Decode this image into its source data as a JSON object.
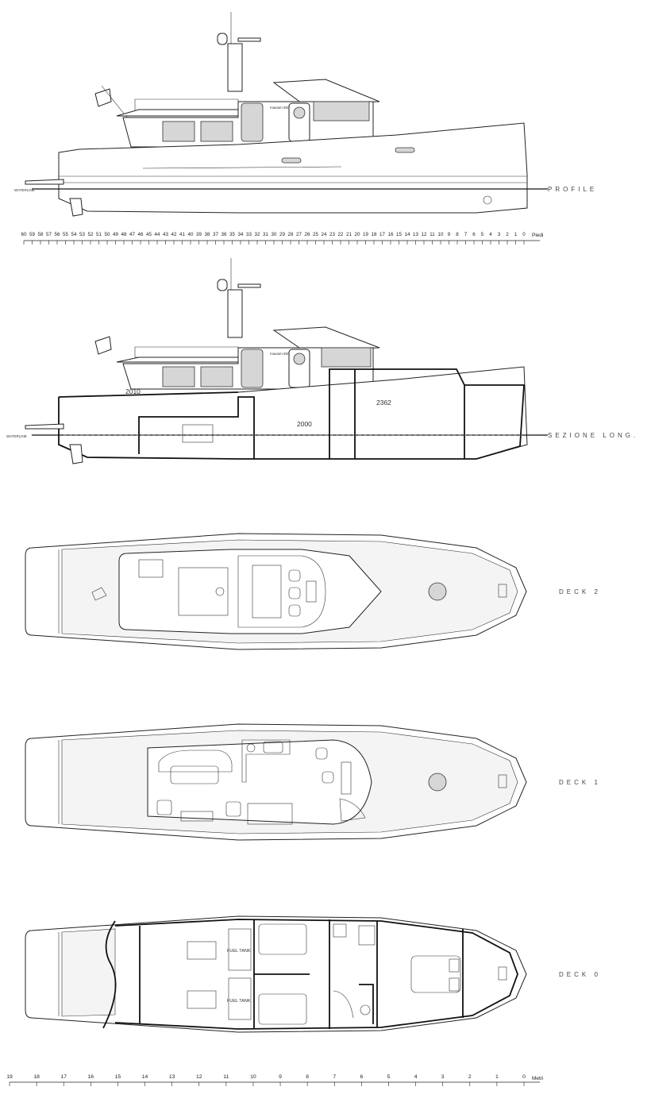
{
  "views": {
    "profile": {
      "label": "PROFILE",
      "waterline": "WATERLINE"
    },
    "section": {
      "label": "SEZIONE LONG.",
      "waterline": "WATERLINE",
      "dims": [
        "2010",
        "2000",
        "2362"
      ]
    },
    "deck2": {
      "label": "DECK 2"
    },
    "deck1": {
      "label": "DECK 1"
    },
    "deck0": {
      "label": "DECK 0",
      "tanks": [
        "FUEL TANK",
        "FUEL TANK"
      ]
    }
  },
  "scale_feet": {
    "unit": "Piedi",
    "ticks": [
      "60",
      "59",
      "58",
      "57",
      "56",
      "55",
      "54",
      "53",
      "52",
      "51",
      "50",
      "49",
      "48",
      "47",
      "46",
      "45",
      "44",
      "43",
      "42",
      "41",
      "40",
      "39",
      "38",
      "37",
      "36",
      "35",
      "34",
      "33",
      "32",
      "31",
      "30",
      "29",
      "28",
      "27",
      "26",
      "25",
      "24",
      "23",
      "22",
      "21",
      "20",
      "19",
      "18",
      "17",
      "16",
      "15",
      "14",
      "13",
      "12",
      "11",
      "10",
      "9",
      "8",
      "7",
      "6",
      "5",
      "4",
      "3",
      "2",
      "1",
      "0"
    ]
  },
  "scale_meters": {
    "unit": "Metri",
    "ticks": [
      "19",
      "18",
      "17",
      "16",
      "15",
      "14",
      "13",
      "12",
      "11",
      "10",
      "9",
      "8",
      "7",
      "6",
      "5",
      "4",
      "3",
      "2",
      "1",
      "0"
    ]
  },
  "colors": {
    "line": "#222222",
    "glass": "#d6d6d6",
    "paper": "#ffffff"
  }
}
